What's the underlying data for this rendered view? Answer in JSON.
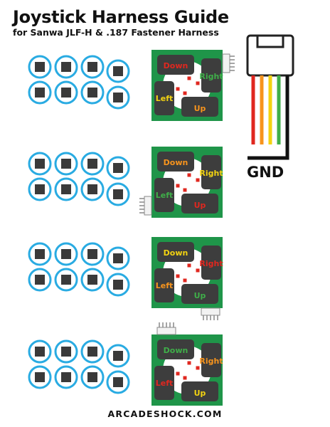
{
  "header": {
    "title": "Joystick Harness Guide",
    "subtitle": "for Sanwa JLF-H & .187 Fastener Harness"
  },
  "harness_legend": {
    "ground_label": "GND",
    "wire_colors": [
      "#e0271f",
      "#f7941d",
      "#f3d311",
      "#3fae49",
      "#111111"
    ]
  },
  "directions": {
    "down": "Down",
    "right": "Right",
    "left": "Left",
    "up": "Up"
  },
  "direction_colors": {
    "red": "#e0271f",
    "orange": "#f7941d",
    "yellow": "#f3d311",
    "green": "#3fae49"
  },
  "configs": [
    {
      "down": "red",
      "right": "green",
      "left": "yellow",
      "up": "orange",
      "connector": "right"
    },
    {
      "down": "orange",
      "right": "yellow",
      "left": "green",
      "up": "red",
      "connector": "left"
    },
    {
      "down": "yellow",
      "right": "red",
      "left": "orange",
      "up": "green",
      "connector": "bottom"
    },
    {
      "down": "green",
      "right": "orange",
      "left": "red",
      "up": "yellow",
      "connector": "top"
    }
  ],
  "footer": {
    "website": "ARCADESHOCK.COM"
  }
}
